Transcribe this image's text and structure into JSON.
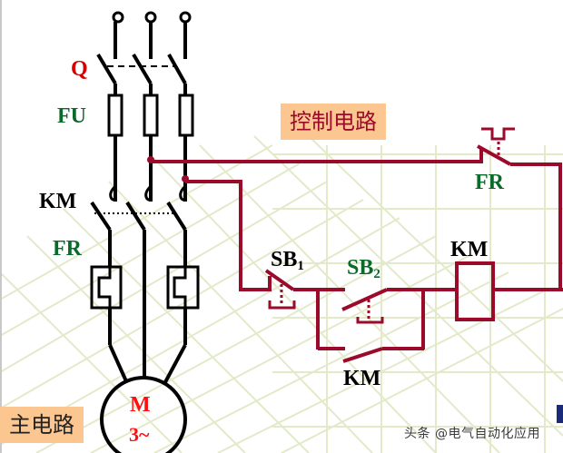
{
  "diagram": {
    "title_clipped": "",
    "colors": {
      "main_circuit": "#000000",
      "control_circuit": "#9b0a2a",
      "label_red": "#d40000",
      "label_green": "#0a6a2a",
      "label_black": "#000000",
      "tag_bg": "#fbc690",
      "grid": "#dfe8c4"
    },
    "main_circuit": {
      "section_label": "主电路",
      "labels": {
        "switch": "Q",
        "fuse": "FU",
        "contactor": "KM",
        "thermal_relay": "FR"
      },
      "motor": {
        "name": "M",
        "phase": "3~"
      }
    },
    "control_circuit": {
      "section_label": "控制电路",
      "labels": {
        "thermal_contact": "FR",
        "stop_button": "SB",
        "stop_button_index": "1",
        "start_button": "SB",
        "start_button_index": "2",
        "coil": "KM",
        "aux_contact": "KM"
      }
    },
    "watermark": "头条 @电气自动化应用"
  }
}
